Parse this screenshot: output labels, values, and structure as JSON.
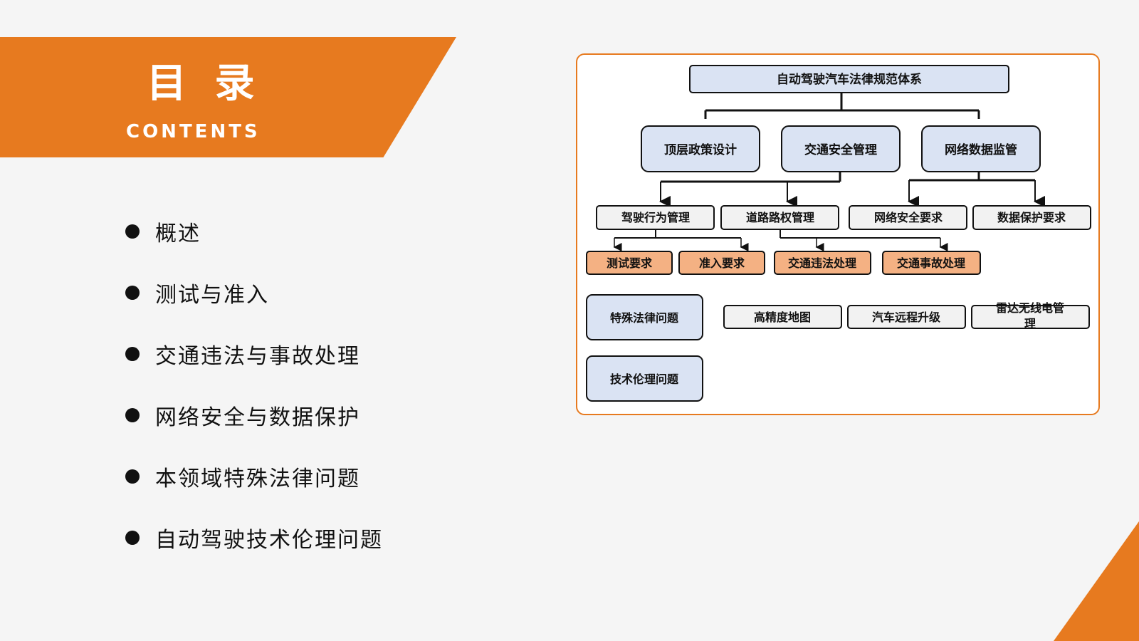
{
  "header": {
    "title": "目 录",
    "subtitle": "CONTENTS"
  },
  "toc": {
    "items": [
      "概述",
      "测试与准入",
      "交通违法与事故处理",
      "网络安全与数据保护",
      "本领域特殊法律问题",
      "自动驾驶技术伦理问题"
    ]
  },
  "diagram": {
    "root": "自动驾驶汽车法律规范体系",
    "level1": [
      "顶层政策设计",
      "交通安全管理",
      "网络数据监管"
    ],
    "level2": [
      "驾驶行为管理",
      "道路路权管理",
      "网络安全要求",
      "数据保护要求"
    ],
    "level3": [
      "测试要求",
      "准入要求",
      "交通违法处理",
      "交通事故处理"
    ],
    "special": "特殊法律问题",
    "special_items": [
      "高精度地图",
      "汽车远程升级",
      "雷达无线电管",
      "理"
    ],
    "ethics": "技术伦理问题"
  },
  "colors": {
    "accent": "#e77a1f",
    "node_blue": "#dae3f3",
    "node_orange": "#f4b183",
    "node_gray": "#f2f2f2"
  }
}
